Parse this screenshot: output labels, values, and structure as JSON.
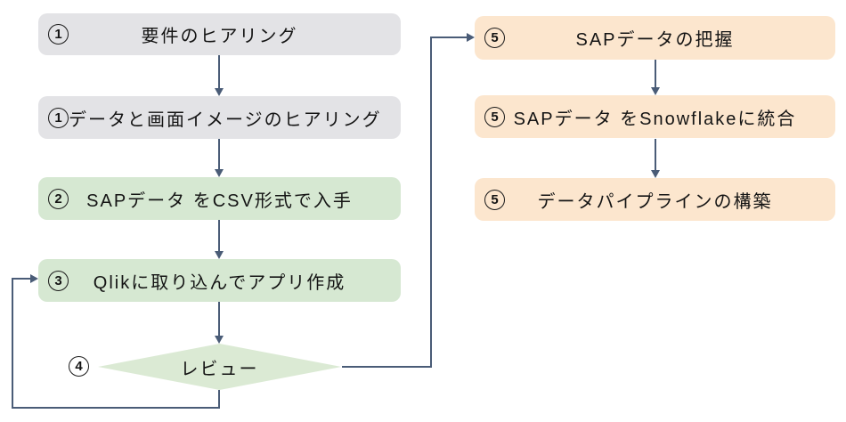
{
  "flowchart": {
    "nodes": [
      {
        "number": "1",
        "label": "要件のヒアリング"
      },
      {
        "number": "1",
        "label": "データと画面イメージのヒアリング"
      },
      {
        "number": "2",
        "label": "SAPデータ をCSV形式で入手"
      },
      {
        "number": "3",
        "label": "Qlikに取り込んでアプリ作成"
      },
      {
        "number": "4",
        "label": "レビュー"
      },
      {
        "number": "5",
        "label": "SAPデータの把握"
      },
      {
        "number": "5",
        "label": "SAPデータ をSnowflakeに統合"
      },
      {
        "number": "5",
        "label": "データパイプラインの構築"
      }
    ],
    "colors": {
      "gray_fill": "#e3e3e6",
      "green_fill": "#d6e8d2",
      "diamond_fill": "#dbead4",
      "orange_fill": "#fce6ce",
      "connector": "#4a5c77",
      "text": "#141414",
      "background": "#ffffff"
    }
  }
}
